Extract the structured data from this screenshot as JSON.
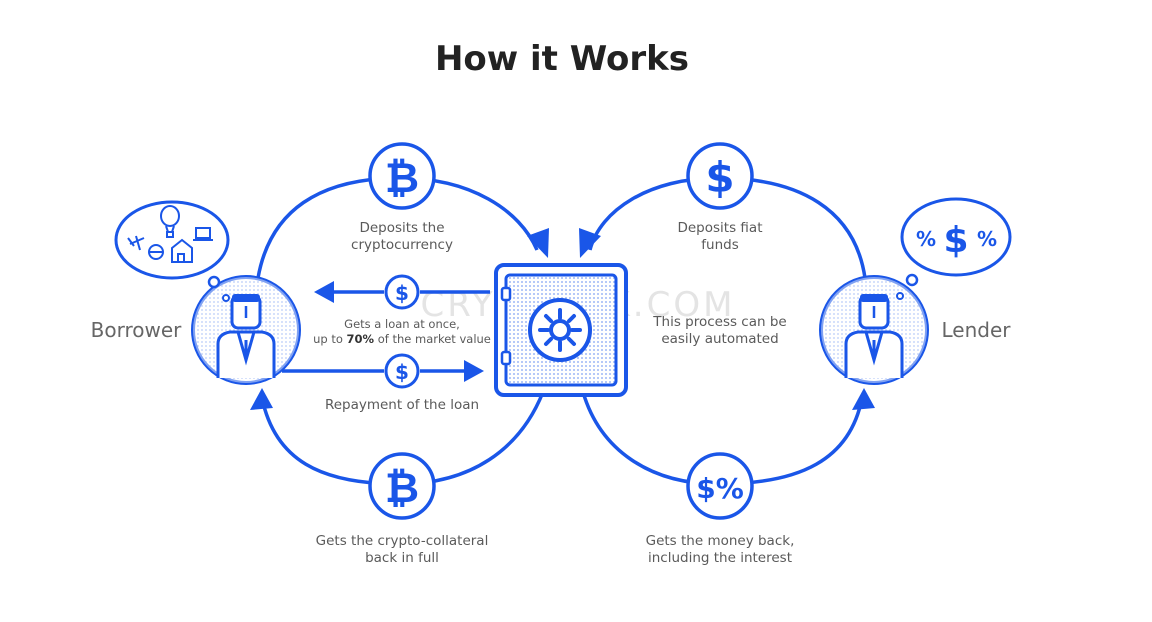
{
  "title": "How it Works",
  "colors": {
    "accent": "#1a56e8",
    "text": "#5a5a5a",
    "title": "#222222"
  },
  "actors": {
    "borrower": "Borrower",
    "lender": "Lender"
  },
  "borrower_thought_icons": [
    "balloon-icon",
    "laptop-icon",
    "house-icon",
    "plane-icon",
    "globe-icon"
  ],
  "lender_thought": {
    "left_symbol": "%",
    "middle_symbol": "$",
    "right_symbol": "%"
  },
  "steps": {
    "deposit_crypto": {
      "symbol": "₿",
      "line1": "Deposits the",
      "line2": "cryptocurrency"
    },
    "deposit_fiat": {
      "symbol": "$",
      "line1": "Deposits fiat",
      "line2": "funds"
    },
    "loan": {
      "symbol": "$",
      "line1": "Gets a loan at once,",
      "line2_pre": "up to ",
      "line2_bold": "70%",
      "line2_post": " of the market value"
    },
    "repayment": {
      "symbol": "$",
      "label": "Repayment of the loan"
    },
    "collateral_back": {
      "symbol": "₿",
      "line1": "Gets the crypto-collateral",
      "line2": "back in full"
    },
    "money_back": {
      "symbol": "$%",
      "line1": "Gets the money back,",
      "line2": "including the interest"
    }
  },
  "automation_note": {
    "line1": "This process can be",
    "line2": "easily automated"
  },
  "watermark": "CRYPTOLIK.COM"
}
